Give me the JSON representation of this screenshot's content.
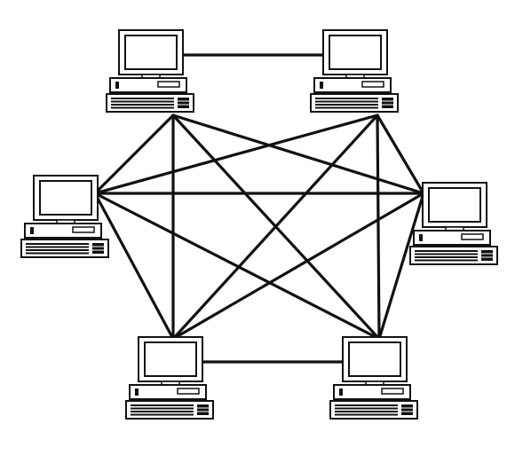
{
  "diagram": {
    "type": "full-mesh-network",
    "node_icon": "desktop-computer-icon",
    "colors": {
      "background": "#ffffff",
      "line": "#111111",
      "screen_outline": "#111111",
      "body_fill": "#ffffff"
    },
    "nodes": [
      {
        "id": "top-left"
      },
      {
        "id": "top-right"
      },
      {
        "id": "mid-left"
      },
      {
        "id": "mid-right"
      },
      {
        "id": "bottom-left"
      },
      {
        "id": "bottom-right"
      }
    ],
    "links": [
      [
        "top-left",
        "top-right"
      ],
      [
        "bottom-left",
        "bottom-right"
      ],
      [
        "top-left",
        "mid-left"
      ],
      [
        "top-left",
        "mid-right"
      ],
      [
        "top-left",
        "bottom-left"
      ],
      [
        "top-left",
        "bottom-right"
      ],
      [
        "top-right",
        "mid-left"
      ],
      [
        "top-right",
        "mid-right"
      ],
      [
        "top-right",
        "bottom-left"
      ],
      [
        "top-right",
        "bottom-right"
      ],
      [
        "mid-left",
        "mid-right"
      ],
      [
        "mid-left",
        "bottom-left"
      ],
      [
        "mid-left",
        "bottom-right"
      ],
      [
        "mid-right",
        "bottom-left"
      ],
      [
        "mid-right",
        "bottom-right"
      ]
    ]
  }
}
